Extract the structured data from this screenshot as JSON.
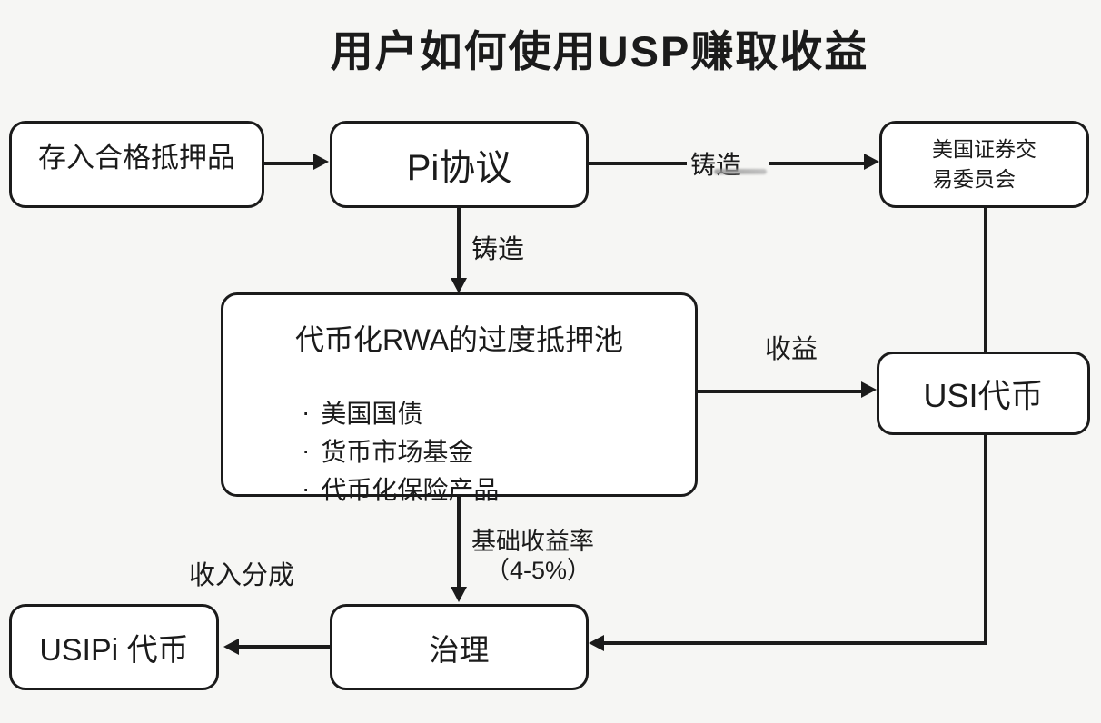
{
  "title": "用户如何使用USP赚取收益",
  "bullet": "·",
  "nodes": {
    "deposit": {
      "label": "存入合格抵押品"
    },
    "pi_protocol": {
      "label": "Pi协议"
    },
    "sec": {
      "label_line1": "美国证券交",
      "label_line2": "易委员会"
    },
    "rwa_pool": {
      "title": "代币化RWA的过度抵押池",
      "items": [
        "美国国债",
        "货币市场基金",
        "代币化保险产品"
      ]
    },
    "usi_token": {
      "label": "USI代币"
    },
    "governance": {
      "label": "治理"
    },
    "usipi_token": {
      "label": "USIPi 代币"
    }
  },
  "edges": {
    "pi_to_sec": {
      "label": "铸造"
    },
    "pi_to_pool": {
      "label": "铸造"
    },
    "pool_to_usi": {
      "label": "收益"
    },
    "pool_to_governance": {
      "label_line1": "基础收益率",
      "label_line2": "（4-5%）"
    },
    "governance_to_usipi": {
      "label": "收入分成"
    }
  },
  "colors": {
    "line": "#1b1b1b",
    "node_bg": "#ffffff",
    "page_bg": "#f6f6f4"
  }
}
